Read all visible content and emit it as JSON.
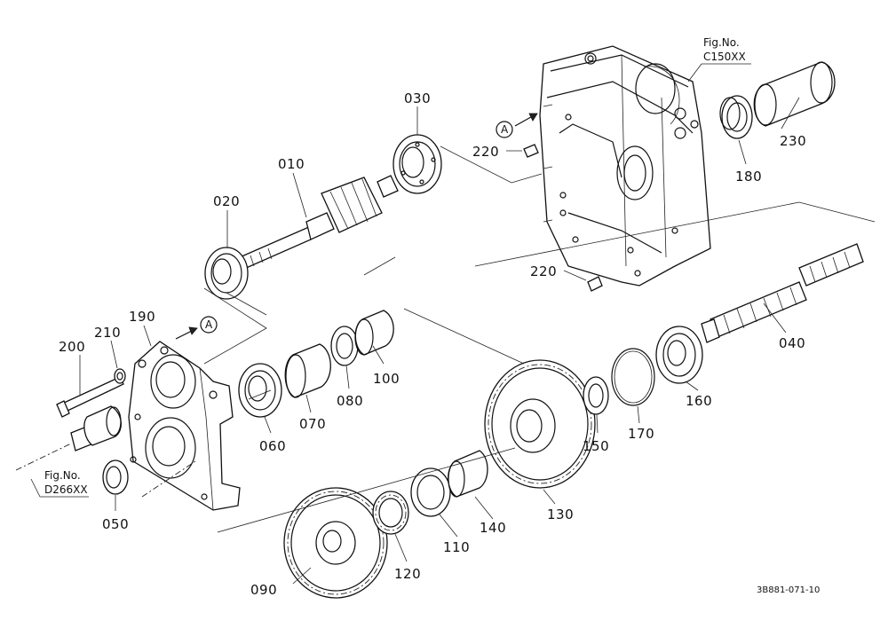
{
  "parts": [
    {
      "id": "p010",
      "label": "010"
    },
    {
      "id": "p020",
      "label": "020"
    },
    {
      "id": "p030",
      "label": "030"
    },
    {
      "id": "p040",
      "label": "040"
    },
    {
      "id": "p050",
      "label": "050"
    },
    {
      "id": "p060",
      "label": "060"
    },
    {
      "id": "p070",
      "label": "070"
    },
    {
      "id": "p080",
      "label": "080"
    },
    {
      "id": "p090",
      "label": "090"
    },
    {
      "id": "p100",
      "label": "100"
    },
    {
      "id": "p110",
      "label": "110"
    },
    {
      "id": "p120",
      "label": "120"
    },
    {
      "id": "p130",
      "label": "130"
    },
    {
      "id": "p140",
      "label": "140"
    },
    {
      "id": "p150",
      "label": "150"
    },
    {
      "id": "p160",
      "label": "160"
    },
    {
      "id": "p170",
      "label": "170"
    },
    {
      "id": "p180",
      "label": "180"
    },
    {
      "id": "p190",
      "label": "190"
    },
    {
      "id": "p200",
      "label": "200"
    },
    {
      "id": "p210",
      "label": "210"
    },
    {
      "id": "p220a",
      "label": "220"
    },
    {
      "id": "p220b",
      "label": "220"
    },
    {
      "id": "p230",
      "label": "230"
    }
  ],
  "refs": {
    "a_top": "A",
    "a_left": "A"
  },
  "figures": {
    "top": {
      "line1": "Fig.No.",
      "line2": "C150XX"
    },
    "left": {
      "line1": "Fig.No.",
      "line2": "D266XX"
    }
  },
  "doc_id": "3B881-071-10"
}
